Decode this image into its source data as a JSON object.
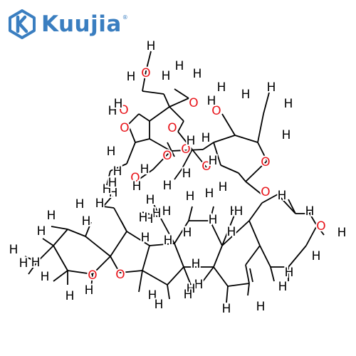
{
  "brand": {
    "name": "Kuujia",
    "mark": "®",
    "color": "#3a7ec0"
  },
  "colors": {
    "bond": "#000000",
    "hydrogen": "#000000",
    "oxygen": "#e8141a"
  },
  "molecule": {
    "atom_labels": {
      "hydrogen": "H",
      "oxygen": "O"
    }
  }
}
